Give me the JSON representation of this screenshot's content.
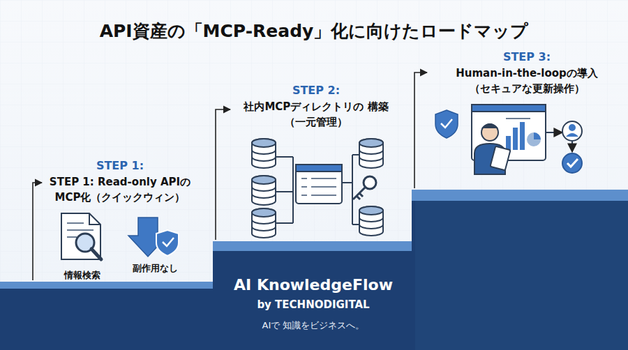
{
  "diagram": {
    "title": "API資産の「MCP-Ready」化に向けたロードマップ",
    "nodes": [
      {
        "text": [
          "STEP 1:",
          "STEP 1: Read-only APIの MCP化（クイックウィン）"
        ]
      },
      {
        "text": [
          "STEP 2:",
          "社内MCPディレクトリの 構築（一元管理）"
        ]
      },
      {
        "text": [
          "STEP 3:",
          "Human-in-the-loopの導入 （セキュアな更新操作）"
        ]
      }
    ],
    "labels": [
      "情報検索",
      "副作用なし",
      "AI KnowledgeFlow",
      "by TECHNODIGITAL",
      "AIで 知識をビジネスへ。"
    ]
  }
}
